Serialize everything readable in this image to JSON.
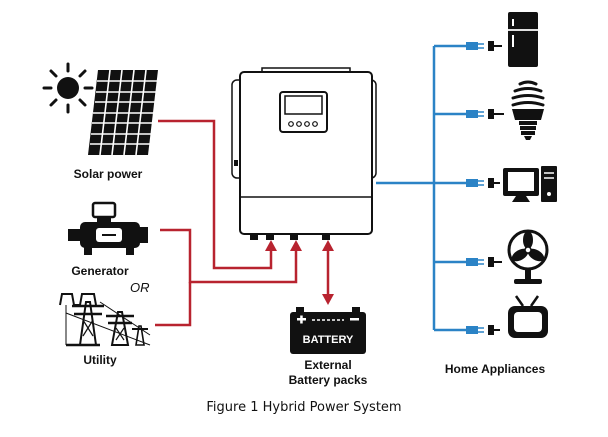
{
  "labels": {
    "solar_power": "Solar power",
    "generator": "Generator",
    "or": "OR",
    "utility": "Utility",
    "battery": "BATTERY",
    "external_battery_line1": "External",
    "external_battery_line2": "Battery packs",
    "home_appliances": "Home Appliances"
  },
  "caption": "Figure 1 Hybrid Power System",
  "icons": [
    "sun-icon",
    "solar-panel-icon",
    "generator-icon",
    "utility-tower-icon",
    "inverter-icon",
    "battery-icon",
    "refrigerator-icon",
    "light-bulb-icon",
    "computer-icon",
    "fan-icon",
    "tv-icon",
    "plug-icon"
  ],
  "colors": {
    "input_wire": "#b8232f",
    "output_wire": "#2b83c6",
    "ink": "#111111"
  }
}
